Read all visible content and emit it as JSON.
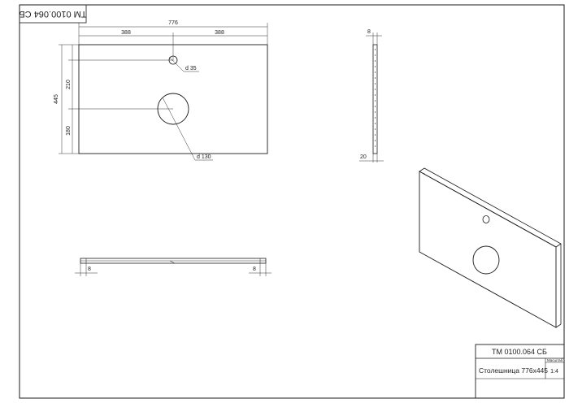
{
  "title_block": {
    "code_rotated": "ТМ 0100.064 СБ",
    "code": "ТМ 0100.064 СБ",
    "name": "Столешница 776х445",
    "mass_header": "Масштаб",
    "scale": "1:4"
  },
  "front_view": {
    "overall_width": "776",
    "half_left": "388",
    "half_right": "388",
    "overall_height": "445",
    "upper_offset": "210",
    "lower_offset": "180",
    "small_hole": "d 35",
    "large_hole": "d 130"
  },
  "side_view": {
    "thickness": "8",
    "lip_depth": "20"
  },
  "bottom_view": {
    "left_lip": "8",
    "right_lip": "8"
  }
}
